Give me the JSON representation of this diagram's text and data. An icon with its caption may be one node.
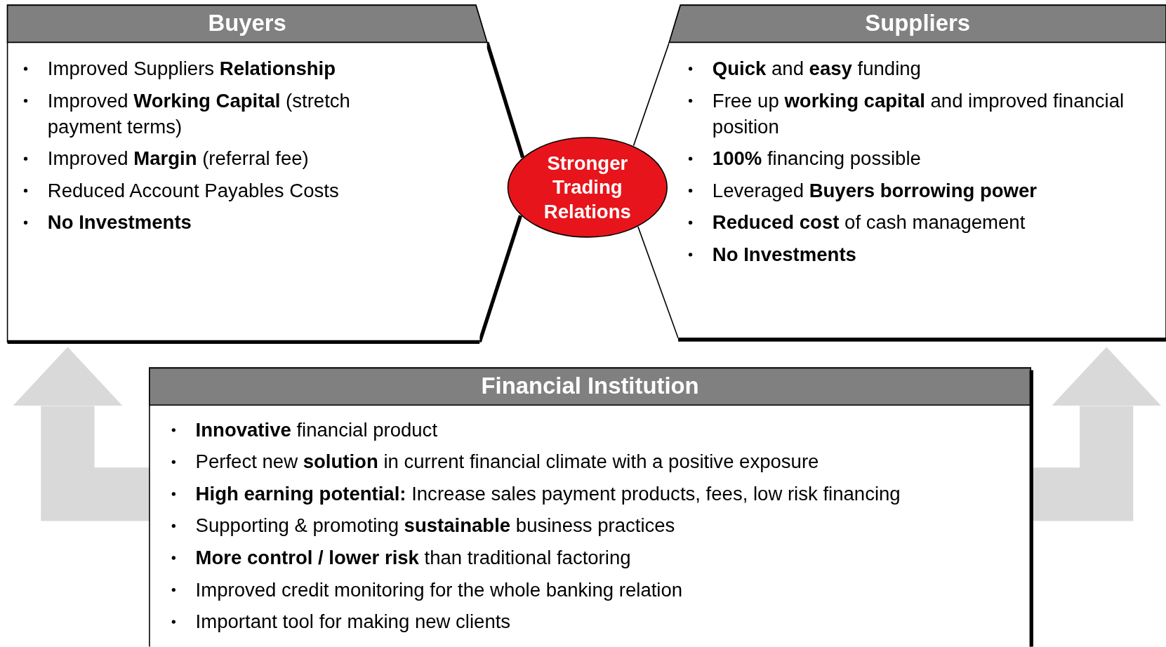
{
  "diagram": {
    "nodes": [
      {
        "text": [
          "Buyers",
          "Improved Suppliers **Relationship**",
          "Improved **Working Capital** (stretch payment terms)",
          "Improved **Margin** (referral fee)",
          "Reduced Account Payables Costs",
          "No Investments"
        ]
      },
      {
        "text": [
          "Suppliers",
          "**Quick** and **easy** funding",
          "Free up **working capital** and improved financial position",
          "**100%** financing possible",
          "Leveraged **Buyers borrowing power**",
          "**Reduced cost** of cash management",
          "No Investments"
        ]
      },
      {
        "text": [
          "Stronger Trading Relations"
        ]
      },
      {
        "text": [
          "Financial Institution",
          "**Innovative** financial product",
          "Perfect new **solution** in current financial climate with a positive exposure",
          "**High earning potential:** Increase sales payment products, fees, low risk financing",
          "Supporting & promoting **sustainable** business practices",
          "**More control / lower risk** than traditional factoring",
          "Improved credit monitoring for the whole banking relation",
          "Important tool for making new clients"
        ]
      }
    ],
    "edges": [
      {
        "from": 3,
        "to": 0,
        "arrow": "to",
        "style": "thick",
        "color": "#d9d9d9"
      },
      {
        "from": 3,
        "to": 1,
        "arrow": "to",
        "style": "thick",
        "color": "#d9d9d9"
      },
      {
        "from": 0,
        "to": 2,
        "arrow": "none"
      },
      {
        "from": 0,
        "to": 2,
        "arrow": "none"
      },
      {
        "from": 1,
        "to": 2,
        "arrow": "none"
      },
      {
        "from": 1,
        "to": 2,
        "arrow": "none"
      }
    ]
  }
}
